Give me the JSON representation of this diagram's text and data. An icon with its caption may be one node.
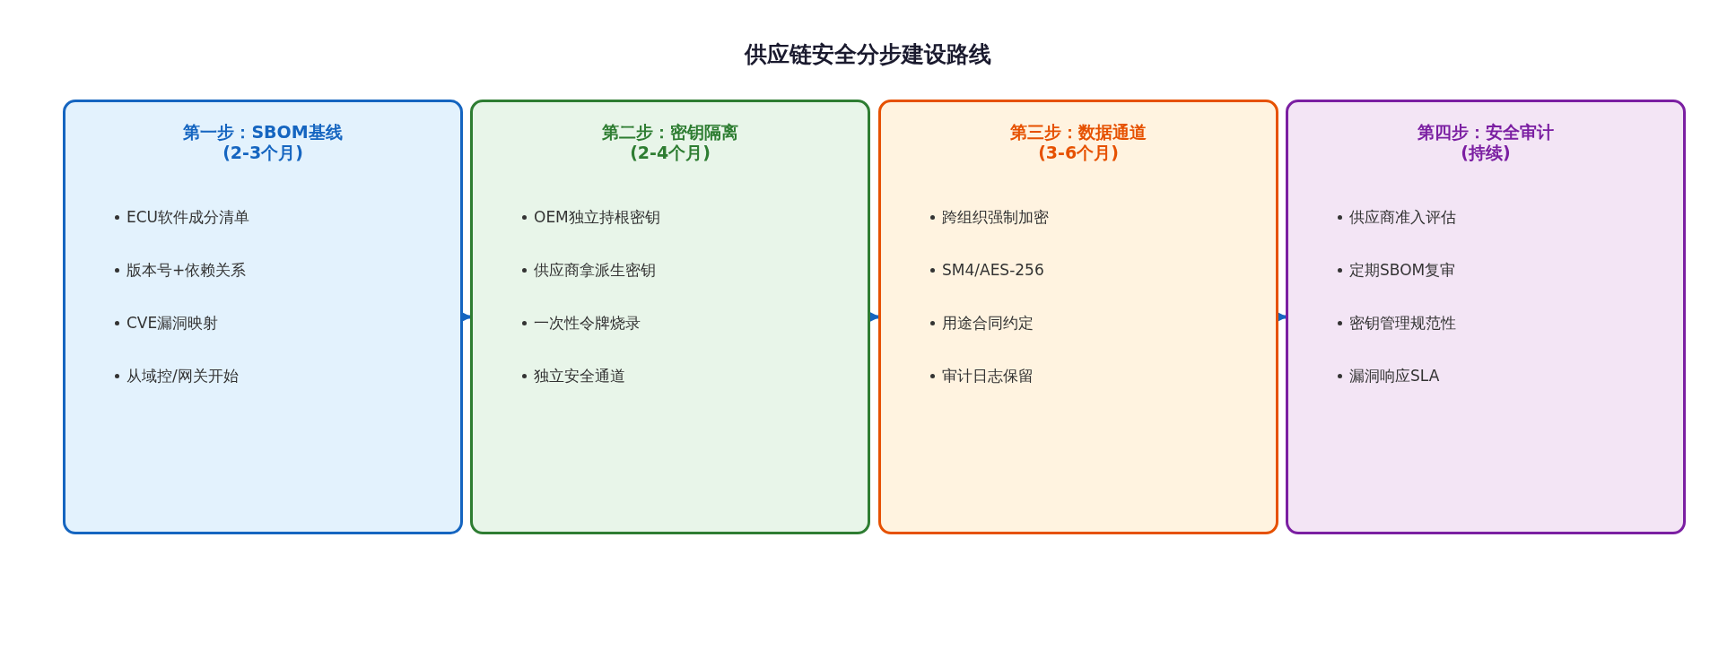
{
  "diagram": {
    "title": "供应链安全分步建设路线",
    "nodes": [
      {
        "text": [
          "第一步：SBOM基线 (2-3个月)",
          "ECU软件成分清单",
          "版本号+依赖关系",
          "CVE漏洞映射",
          "从域控/网关开始"
        ]
      },
      {
        "text": [
          "第二步：密钥隔离 (2-4个月)",
          "OEM独立持根密钥",
          "供应商拿派生密钥",
          "一次性令牌烧录",
          "独立安全通道"
        ]
      },
      {
        "text": [
          "第三步：数据通道 (3-6个月)",
          "跨组织强制加密",
          "SM4/AES-256",
          "用途合同约定",
          "审计日志保留"
        ]
      },
      {
        "text": [
          "第四步：安全审计 (持续)",
          "供应商准入评估",
          "定期SBOM复审",
          "密钥管理规范性",
          "漏洞响应SLA"
        ]
      }
    ],
    "edges": [
      {
        "from": 0,
        "to": 1,
        "arrow": "to"
      },
      {
        "from": 1,
        "to": 2,
        "arrow": "to"
      },
      {
        "from": 2,
        "to": 3,
        "arrow": "to"
      }
    ]
  }
}
